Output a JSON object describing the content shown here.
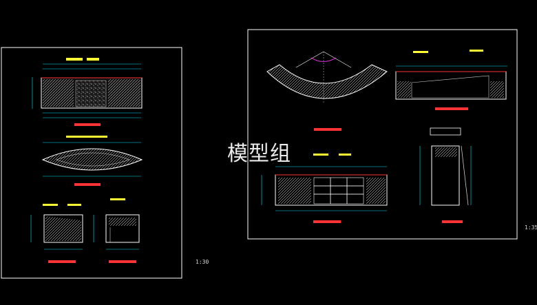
{
  "watermark": "模型组",
  "scales": {
    "left": "1:30",
    "right": "1:35"
  },
  "colors": {
    "background": "#000000",
    "frame": "#ffffff",
    "cyan": "#00e5ff",
    "yellow": "#ffff33",
    "green": "#33ff66",
    "magenta": "#ff33ff",
    "red": "#ff3333",
    "gray": "#bdbdbd"
  }
}
